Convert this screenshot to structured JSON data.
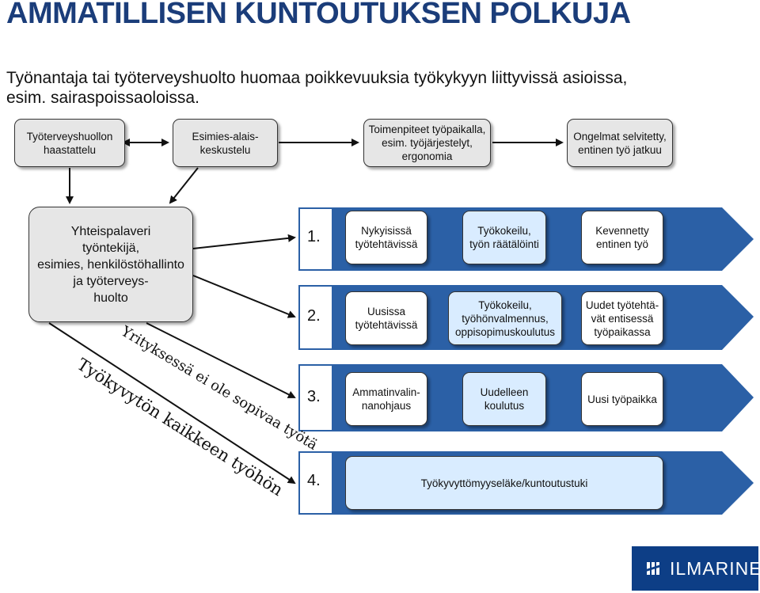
{
  "title": "AMMATILLISEN KUNTOUTUKSEN POLKUJA",
  "intro": "Työnantaja tai työterveyshuolto huomaa poikkevuuksia työkykyyn liittyvissä asioissa, esim. sairaspoissaoloissa.",
  "top_boxes": {
    "interview": "Työterveyshuollon\nhaastattelu",
    "supervisor": "Esimies-alais-\nkeskustelu",
    "workplace": "Toimenpiteet työpaikalla,\nesim. työjärjestelyt,\nergonomia",
    "resolved": "Ongelmat selvitetty,\nentinen työ jatkuu"
  },
  "meeting_box": "Yhteispalaveri\ntyöntekijä,\nesimies, henkilöstöhallinto\nja työterveys-\nhuolto",
  "paths": [
    {
      "number": "1.",
      "steps": [
        "Nykyisissä\ntyötehtävissä",
        "Työkokeilu,\ntyön räätälöinti",
        "Kevennetty\nentinen työ"
      ]
    },
    {
      "number": "2.",
      "steps": [
        "Uusissa\ntyötehtävissä",
        "Työkokeilu,\ntyöhönvalmennus,\noppisopimuskoulutus",
        "Uudet työtehtä-\nvät entisessä\ntyöpaikassa"
      ]
    },
    {
      "number": "3.",
      "steps": [
        "Ammatinvalin-\nnanohjaus",
        "Uudelleen\nkoulutus",
        "Uusi työpaikka"
      ]
    },
    {
      "number": "4.",
      "steps": [
        "Työkyvyttömyyseläke/kuntoutustuki"
      ]
    }
  ],
  "diagonal_labels": {
    "no_suitable_work": "Yrityksessä ei ole sopivaa työtä",
    "incapable_all_work": "Työkyvytön kaikkeen työhön"
  },
  "logo": {
    "text": "ILMARINEN",
    "icon": "ilmarinen-logo-icon"
  },
  "colors": {
    "title": "#1b3d7a",
    "arrow_band": "#2b60a6",
    "box_blue": "#d9ecff",
    "box_grey": "#e6e6e6",
    "logo_bg": "#0d3e86"
  }
}
